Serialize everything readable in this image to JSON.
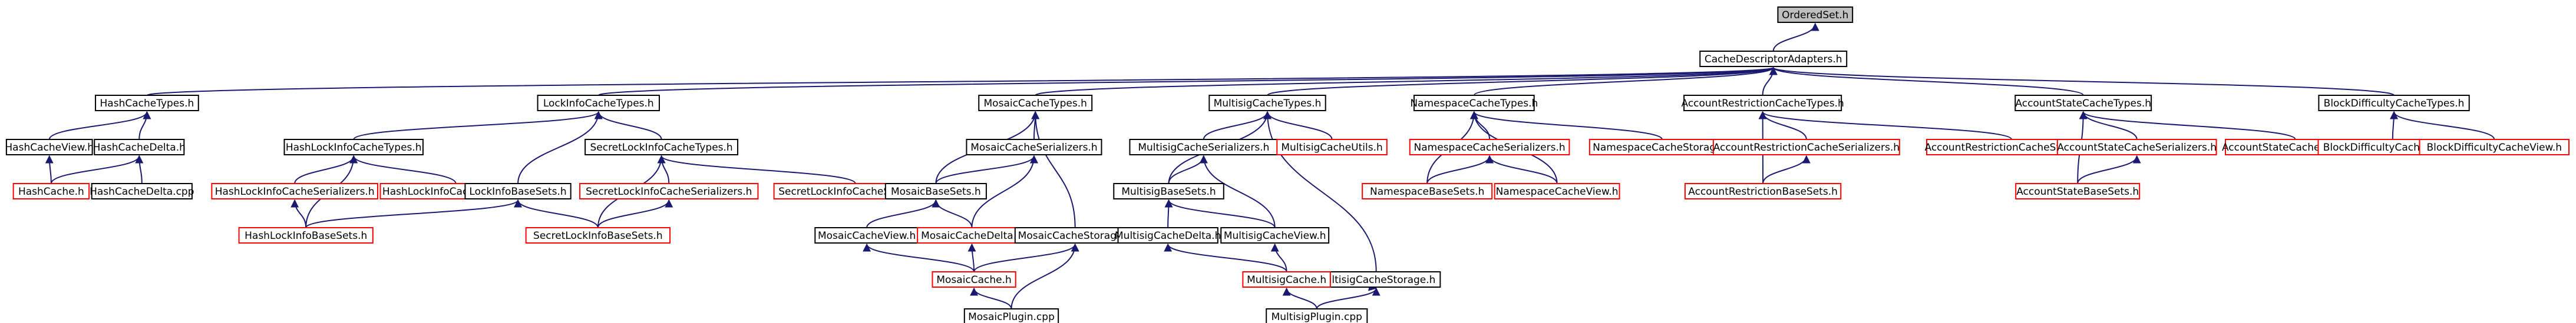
{
  "colors": {
    "root_fill": "#bfbfbf",
    "normal_border": "#000000",
    "truncated_border": "#ff0000",
    "edge": "#191970",
    "text": "#000000"
  },
  "nodes": [
    {
      "id": "orderedset",
      "label": "OrderedSet.h",
      "style": "root"
    },
    {
      "id": "cda",
      "label": "CacheDescriptorAdapters.h",
      "style": "normal"
    },
    {
      "id": "hct",
      "label": "HashCacheTypes.h",
      "style": "normal"
    },
    {
      "id": "hcv",
      "label": "HashCacheView.h",
      "style": "normal"
    },
    {
      "id": "hcd",
      "label": "HashCacheDelta.h",
      "style": "normal"
    },
    {
      "id": "hc",
      "label": "HashCache.h",
      "style": "truncated"
    },
    {
      "id": "hcdcpp",
      "label": "HashCacheDelta.cpp",
      "style": "normal"
    },
    {
      "id": "lict",
      "label": "LockInfoCacheTypes.h",
      "style": "normal"
    },
    {
      "id": "hlict",
      "label": "HashLockInfoCacheTypes.h",
      "style": "normal"
    },
    {
      "id": "hlics",
      "label": "HashLockInfoCacheSerializers.h",
      "style": "truncated"
    },
    {
      "id": "hlicst",
      "label": "HashLockInfoCacheStorage.h",
      "style": "truncated"
    },
    {
      "id": "hlibs",
      "label": "HashLockInfoBaseSets.h",
      "style": "truncated"
    },
    {
      "id": "libs",
      "label": "LockInfoBaseSets.h",
      "style": "normal"
    },
    {
      "id": "slict",
      "label": "SecretLockInfoCacheTypes.h",
      "style": "normal"
    },
    {
      "id": "slics",
      "label": "SecretLockInfoCacheSerializers.h",
      "style": "truncated"
    },
    {
      "id": "slicst",
      "label": "SecretLockInfoCacheStorage.h",
      "style": "truncated"
    },
    {
      "id": "slibs",
      "label": "SecretLockInfoBaseSets.h",
      "style": "truncated"
    },
    {
      "id": "mct",
      "label": "MosaicCacheTypes.h",
      "style": "normal"
    },
    {
      "id": "mcs",
      "label": "MosaicCacheSerializers.h",
      "style": "normal"
    },
    {
      "id": "mbs",
      "label": "MosaicBaseSets.h",
      "style": "normal"
    },
    {
      "id": "mcv",
      "label": "MosaicCacheView.h",
      "style": "normal"
    },
    {
      "id": "mcd",
      "label": "MosaicCacheDelta.h",
      "style": "truncated"
    },
    {
      "id": "mcst",
      "label": "MosaicCacheStorage.h",
      "style": "normal"
    },
    {
      "id": "mc",
      "label": "MosaicCache.h",
      "style": "truncated"
    },
    {
      "id": "mp",
      "label": "MosaicPlugin.cpp",
      "style": "normal"
    },
    {
      "id": "msct",
      "label": "MultisigCacheTypes.h",
      "style": "normal"
    },
    {
      "id": "mscs",
      "label": "MultisigCacheSerializers.h",
      "style": "normal"
    },
    {
      "id": "mscu",
      "label": "MultisigCacheUtils.h",
      "style": "truncated"
    },
    {
      "id": "msbs",
      "label": "MultisigBaseSets.h",
      "style": "normal"
    },
    {
      "id": "mscd",
      "label": "MultisigCacheDelta.h",
      "style": "normal"
    },
    {
      "id": "mscv",
      "label": "MultisigCacheView.h",
      "style": "normal"
    },
    {
      "id": "mscst",
      "label": "MultisigCacheStorage.h",
      "style": "normal"
    },
    {
      "id": "msc",
      "label": "MultisigCache.h",
      "style": "truncated"
    },
    {
      "id": "msp",
      "label": "MultisigPlugin.cpp",
      "style": "normal"
    },
    {
      "id": "nct",
      "label": "NamespaceCacheTypes.h",
      "style": "normal"
    },
    {
      "id": "ncs",
      "label": "NamespaceCacheSerializers.h",
      "style": "truncated"
    },
    {
      "id": "ncst",
      "label": "NamespaceCacheStorage.h",
      "style": "truncated"
    },
    {
      "id": "nbs",
      "label": "NamespaceBaseSets.h",
      "style": "truncated"
    },
    {
      "id": "ncv",
      "label": "NamespaceCacheView.h",
      "style": "truncated"
    },
    {
      "id": "arct",
      "label": "AccountRestrictionCacheTypes.h",
      "style": "normal"
    },
    {
      "id": "arcs",
      "label": "AccountRestrictionCacheSerializers.h",
      "style": "truncated"
    },
    {
      "id": "arcst",
      "label": "AccountRestrictionCacheStorage.h",
      "style": "truncated"
    },
    {
      "id": "arbs",
      "label": "AccountRestrictionBaseSets.h",
      "style": "truncated"
    },
    {
      "id": "asct",
      "label": "AccountStateCacheTypes.h",
      "style": "normal"
    },
    {
      "id": "ascs",
      "label": "AccountStateCacheSerializers.h",
      "style": "truncated"
    },
    {
      "id": "ascst",
      "label": "AccountStateCacheStorage.h",
      "style": "truncated"
    },
    {
      "id": "asbs",
      "label": "AccountStateBaseSets.h",
      "style": "truncated"
    },
    {
      "id": "bdct",
      "label": "BlockDifficultyCacheTypes.h",
      "style": "normal"
    },
    {
      "id": "bdcd",
      "label": "BlockDifficultyCacheDelta.h",
      "style": "truncated"
    },
    {
      "id": "bdcv",
      "label": "BlockDifficultyCacheView.h",
      "style": "truncated"
    }
  ],
  "edges": [
    [
      "cda",
      "orderedset"
    ],
    [
      "hct",
      "cda"
    ],
    [
      "lict",
      "cda"
    ],
    [
      "mct",
      "cda"
    ],
    [
      "msct",
      "cda"
    ],
    [
      "nct",
      "cda"
    ],
    [
      "arct",
      "cda"
    ],
    [
      "asct",
      "cda"
    ],
    [
      "bdct",
      "cda"
    ],
    [
      "hcv",
      "hct"
    ],
    [
      "hcd",
      "hct"
    ],
    [
      "hc",
      "hcv"
    ],
    [
      "hc",
      "hcd"
    ],
    [
      "hcdcpp",
      "hcd"
    ],
    [
      "hlict",
      "lict"
    ],
    [
      "slict",
      "lict"
    ],
    [
      "libs",
      "lict"
    ],
    [
      "hlics",
      "hlict"
    ],
    [
      "hlicst",
      "hlict"
    ],
    [
      "hlibs",
      "hlict"
    ],
    [
      "hlibs",
      "hlics"
    ],
    [
      "hlibs",
      "libs"
    ],
    [
      "slics",
      "slict"
    ],
    [
      "slicst",
      "slict"
    ],
    [
      "slibs",
      "slict"
    ],
    [
      "slibs",
      "slics"
    ],
    [
      "slibs",
      "libs"
    ],
    [
      "mcs",
      "mct"
    ],
    [
      "mbs",
      "mct"
    ],
    [
      "mcst",
      "mct"
    ],
    [
      "mbs",
      "mcs"
    ],
    [
      "mcv",
      "mbs"
    ],
    [
      "mcd",
      "mbs"
    ],
    [
      "mcd",
      "mcs"
    ],
    [
      "mc",
      "mcv"
    ],
    [
      "mc",
      "mcd"
    ],
    [
      "mc",
      "mcst"
    ],
    [
      "mp",
      "mc"
    ],
    [
      "mp",
      "mcst"
    ],
    [
      "mscs",
      "msct"
    ],
    [
      "mscu",
      "msct"
    ],
    [
      "msbs",
      "msct"
    ],
    [
      "mscst",
      "msct"
    ],
    [
      "msbs",
      "mscs"
    ],
    [
      "mscv",
      "mscs"
    ],
    [
      "mscd",
      "msbs"
    ],
    [
      "mscv",
      "msbs"
    ],
    [
      "msc",
      "mscd"
    ],
    [
      "msc",
      "mscv"
    ],
    [
      "msc",
      "mscst"
    ],
    [
      "msp",
      "msc"
    ],
    [
      "msp",
      "mscst"
    ],
    [
      "ncs",
      "nct"
    ],
    [
      "ncst",
      "nct"
    ],
    [
      "nbs",
      "nct"
    ],
    [
      "ncv",
      "nct"
    ],
    [
      "nbs",
      "ncs"
    ],
    [
      "ncv",
      "ncs"
    ],
    [
      "arcs",
      "arct"
    ],
    [
      "arcst",
      "arct"
    ],
    [
      "arbs",
      "arct"
    ],
    [
      "arbs",
      "arcs"
    ],
    [
      "ascs",
      "asct"
    ],
    [
      "ascst",
      "asct"
    ],
    [
      "asbs",
      "asct"
    ],
    [
      "asbs",
      "ascs"
    ],
    [
      "bdcd",
      "bdct"
    ],
    [
      "bdcv",
      "bdct"
    ]
  ]
}
